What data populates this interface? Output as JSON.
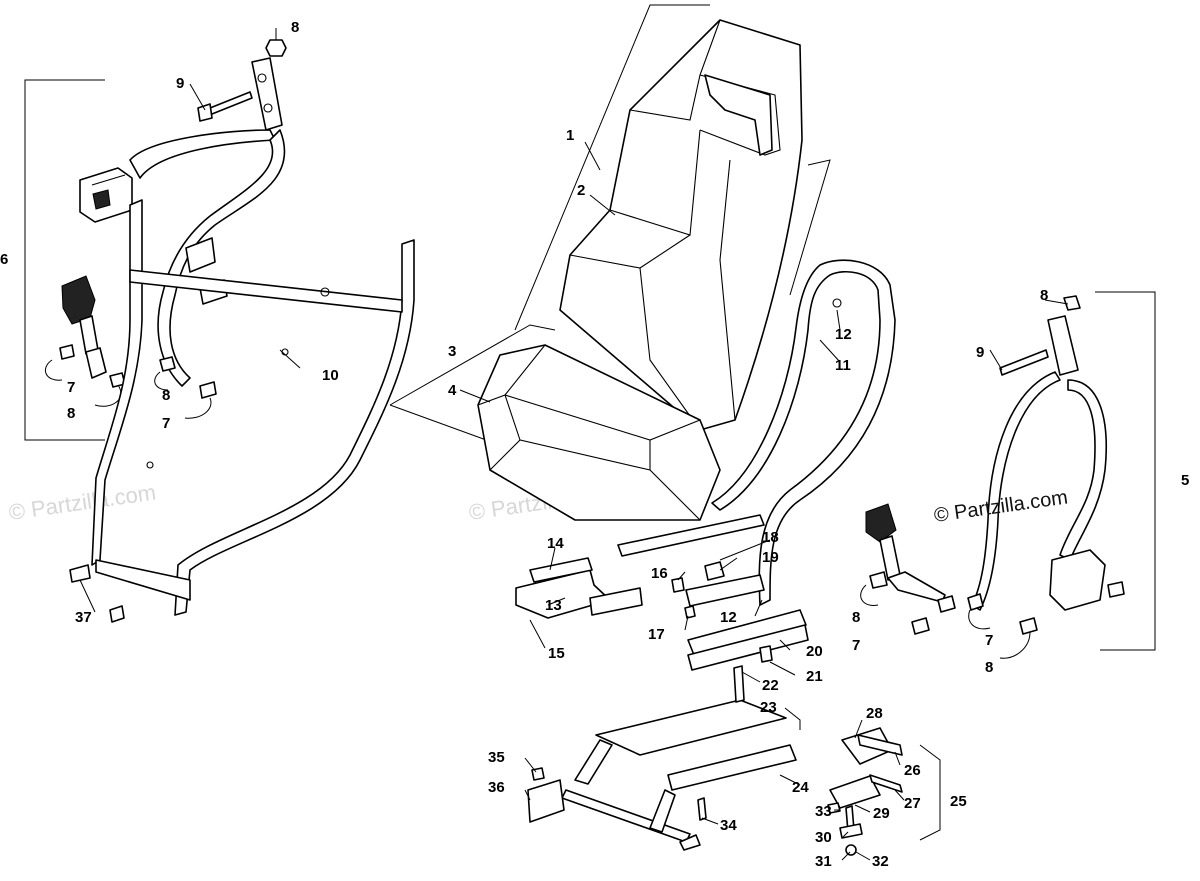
{
  "diagram": {
    "callouts": [
      "1",
      "2",
      "3",
      "4",
      "5",
      "6",
      "7",
      "7",
      "7",
      "7",
      "8",
      "8",
      "8",
      "8",
      "8",
      "8",
      "9",
      "9",
      "10",
      "11",
      "12",
      "12",
      "13",
      "14",
      "15",
      "16",
      "17",
      "18",
      "19",
      "20",
      "21",
      "22",
      "23",
      "24",
      "25",
      "26",
      "27",
      "28",
      "29",
      "30",
      "31",
      "32",
      "33",
      "34",
      "35",
      "36",
      "37"
    ]
  },
  "watermark": {
    "main": "© Partzilla.com",
    "faint_left": "© Partzilla.com",
    "faint_center": "© Partzilla.com"
  }
}
